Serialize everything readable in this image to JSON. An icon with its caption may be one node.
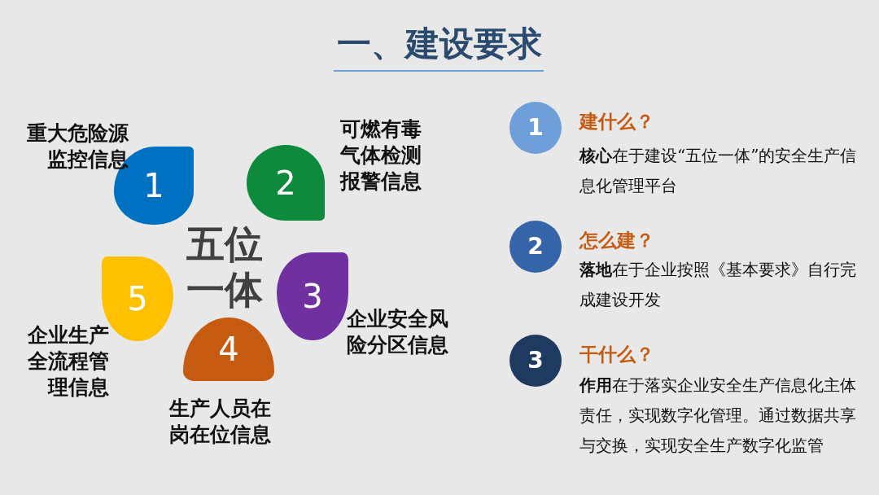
{
  "diagram": {
    "title": "一、建设要求",
    "nodes": [
      {
        "text": [
          "1"
        ],
        "beside": [
          "重大危险源监控信息"
        ]
      },
      {
        "text": [
          "2"
        ],
        "beside": [
          "可燃有毒气体检测报警信息"
        ]
      },
      {
        "text": [
          "3"
        ],
        "beside": [
          "企业安全风险分区信息"
        ]
      },
      {
        "text": [
          "4"
        ],
        "beside": [
          "生产人员在岗在位信息"
        ]
      },
      {
        "text": [
          "5"
        ],
        "beside": [
          "企业生产全流程管理信息"
        ]
      },
      {
        "text": [
          "1"
        ],
        "beside": [
          "建什么？",
          "**核心**在于建设“五位一体”的安全生产信息化管理平台"
        ]
      },
      {
        "text": [
          "2"
        ],
        "beside": [
          "怎么建？",
          "**落地**在于企业按照《基本要求》自行完成建设开发"
        ]
      },
      {
        "text": [
          "3"
        ],
        "beside": [
          "干什么？",
          "**作用**在于落实企业安全生产信息化主体责任，实现数字化管理。通过数据共享与交换，实现安全生产数字化监管"
        ]
      }
    ],
    "labels": [
      "五位一体"
    ]
  }
}
